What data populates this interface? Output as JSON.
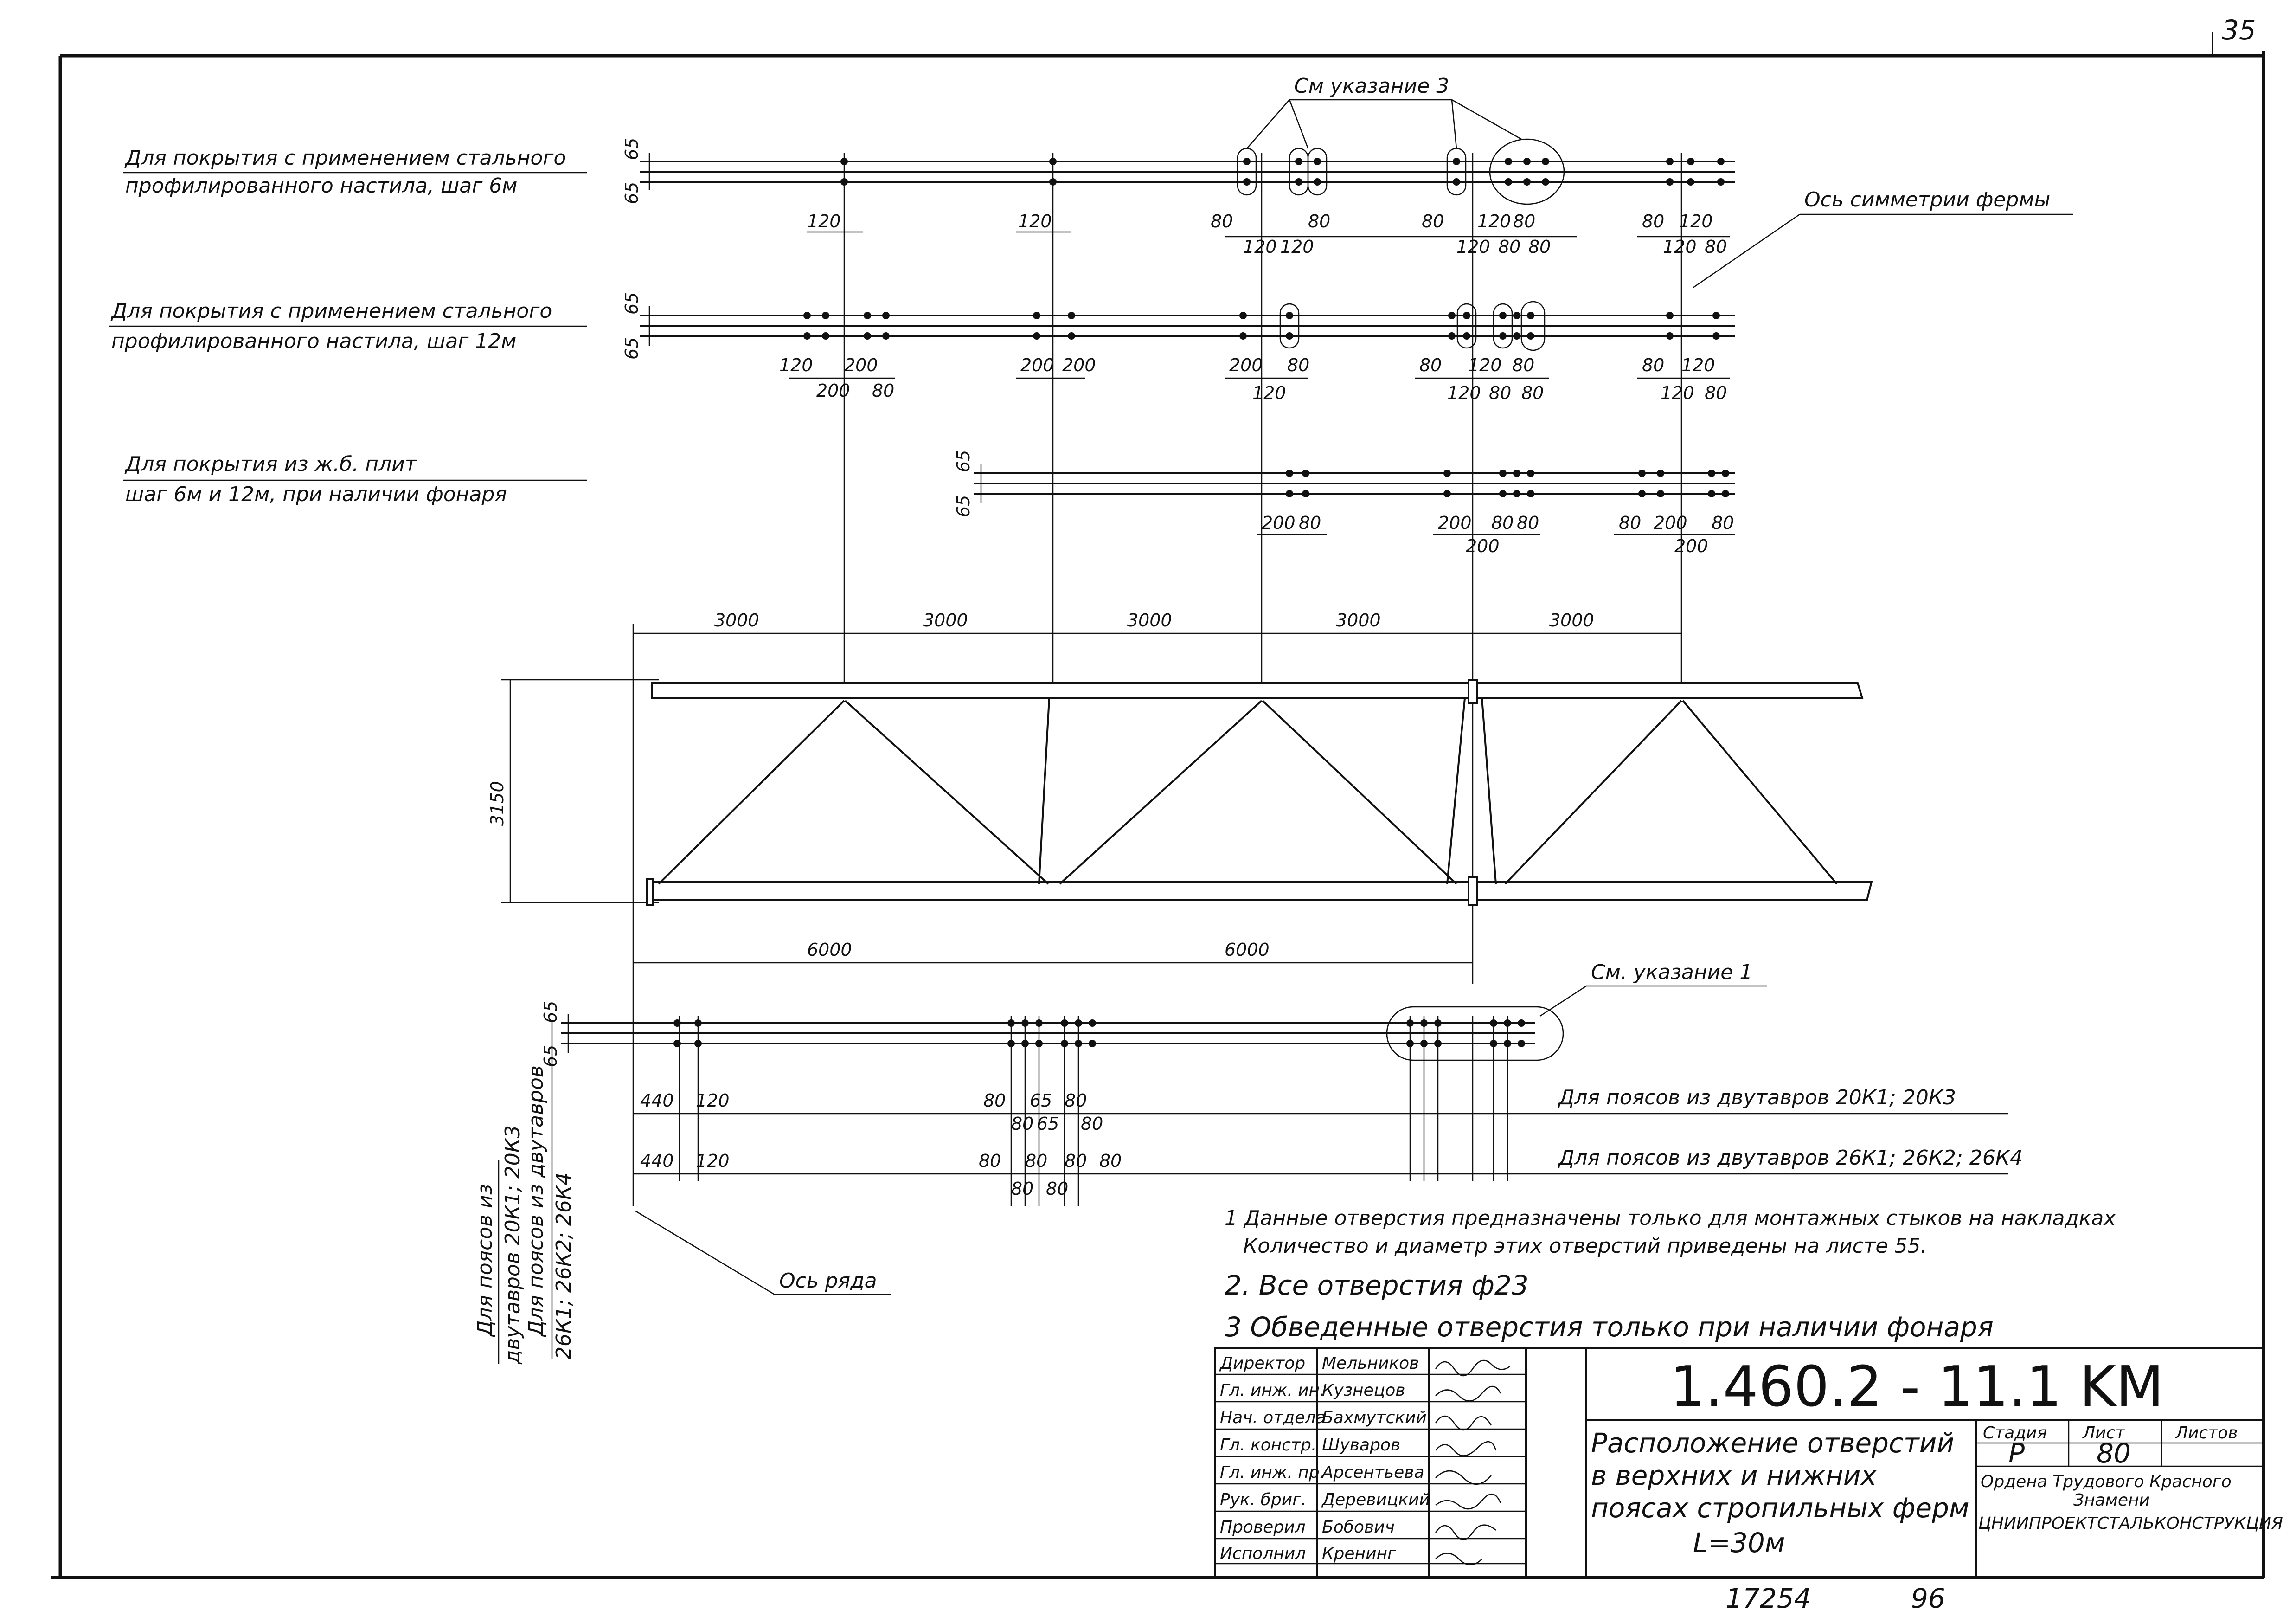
{
  "corner_number": "35",
  "drawing_code": "1.460.2 - 11.1 KM",
  "rows": {
    "row1_label_1": "Для покрытия с применением стального",
    "row1_label_2": "профилированного настила, шаг 6м",
    "row2_label_1": "Для покрытия с применением стального",
    "row2_label_2": "профилированного настила, шаг 12м",
    "row3_label_1": "Для покрытия из ж.б. плит",
    "row3_label_2": "шаг 6м и 12м, при наличии фонаря"
  },
  "callouts": {
    "note3": "См указание 3",
    "note1": "См. указание 1",
    "symmetry_axis": "Ось симметрии фермы",
    "row_axis": "Ось ряда"
  },
  "dims": {
    "panel": "3000",
    "half": "6000",
    "height": "3150",
    "edge_65": "65",
    "d80": "80",
    "d120": "120",
    "d200": "200",
    "d440": "440"
  },
  "bottom_rows": {
    "line_a": "Для поясов из двутавров 20К1; 20К3",
    "line_b": "Для поясов из двутавров 26К1; 26К2; 26К4",
    "side_a_1": "Для поясов из",
    "side_a_2": "двутавров 20К1; 20К3",
    "side_b_1": "Для поясов из двутавров",
    "side_b_2": "26К1; 26К2; 26К4"
  },
  "notes": [
    "1 Данные отверстия предназначены только для монтажных стыков на накладках",
    "Количество и диаметр этих отверстий приведены на листе 55.",
    "2. Все отверстия ф23",
    "3 Обведенные отверстия только при наличии фонаря"
  ],
  "title_block": {
    "roles": [
      "Директор",
      "Гл. инж. ин.",
      "Нач. отдела",
      "Гл. констр.",
      "Гл. инж. пр.",
      "Рук. бриг.",
      "Проверил",
      "Исполнил"
    ],
    "names": [
      "Мельников",
      "Кузнецов",
      "Бахмутский",
      "Шуваров",
      "Арсентьева",
      "Деревицкий",
      "Бобович",
      "Кренинг"
    ],
    "title_1": "Расположение отверстий",
    "title_2": "в верхних и нижних",
    "title_3": "поясах стропильных ферм",
    "title_4": "L=30м",
    "stage_label": "Стадия",
    "sheet_label": "Лист",
    "sheets_label": "Листов",
    "stage": "Р",
    "sheet": "80",
    "org_1": "Ордена Трудового Красного",
    "org_2": "Знамени",
    "org_3": "ЦНИИПРОЕКТСТАЛЬКОНСТРУКЦИЯ"
  },
  "footer": {
    "number_1": "17254",
    "number_2": "96"
  }
}
